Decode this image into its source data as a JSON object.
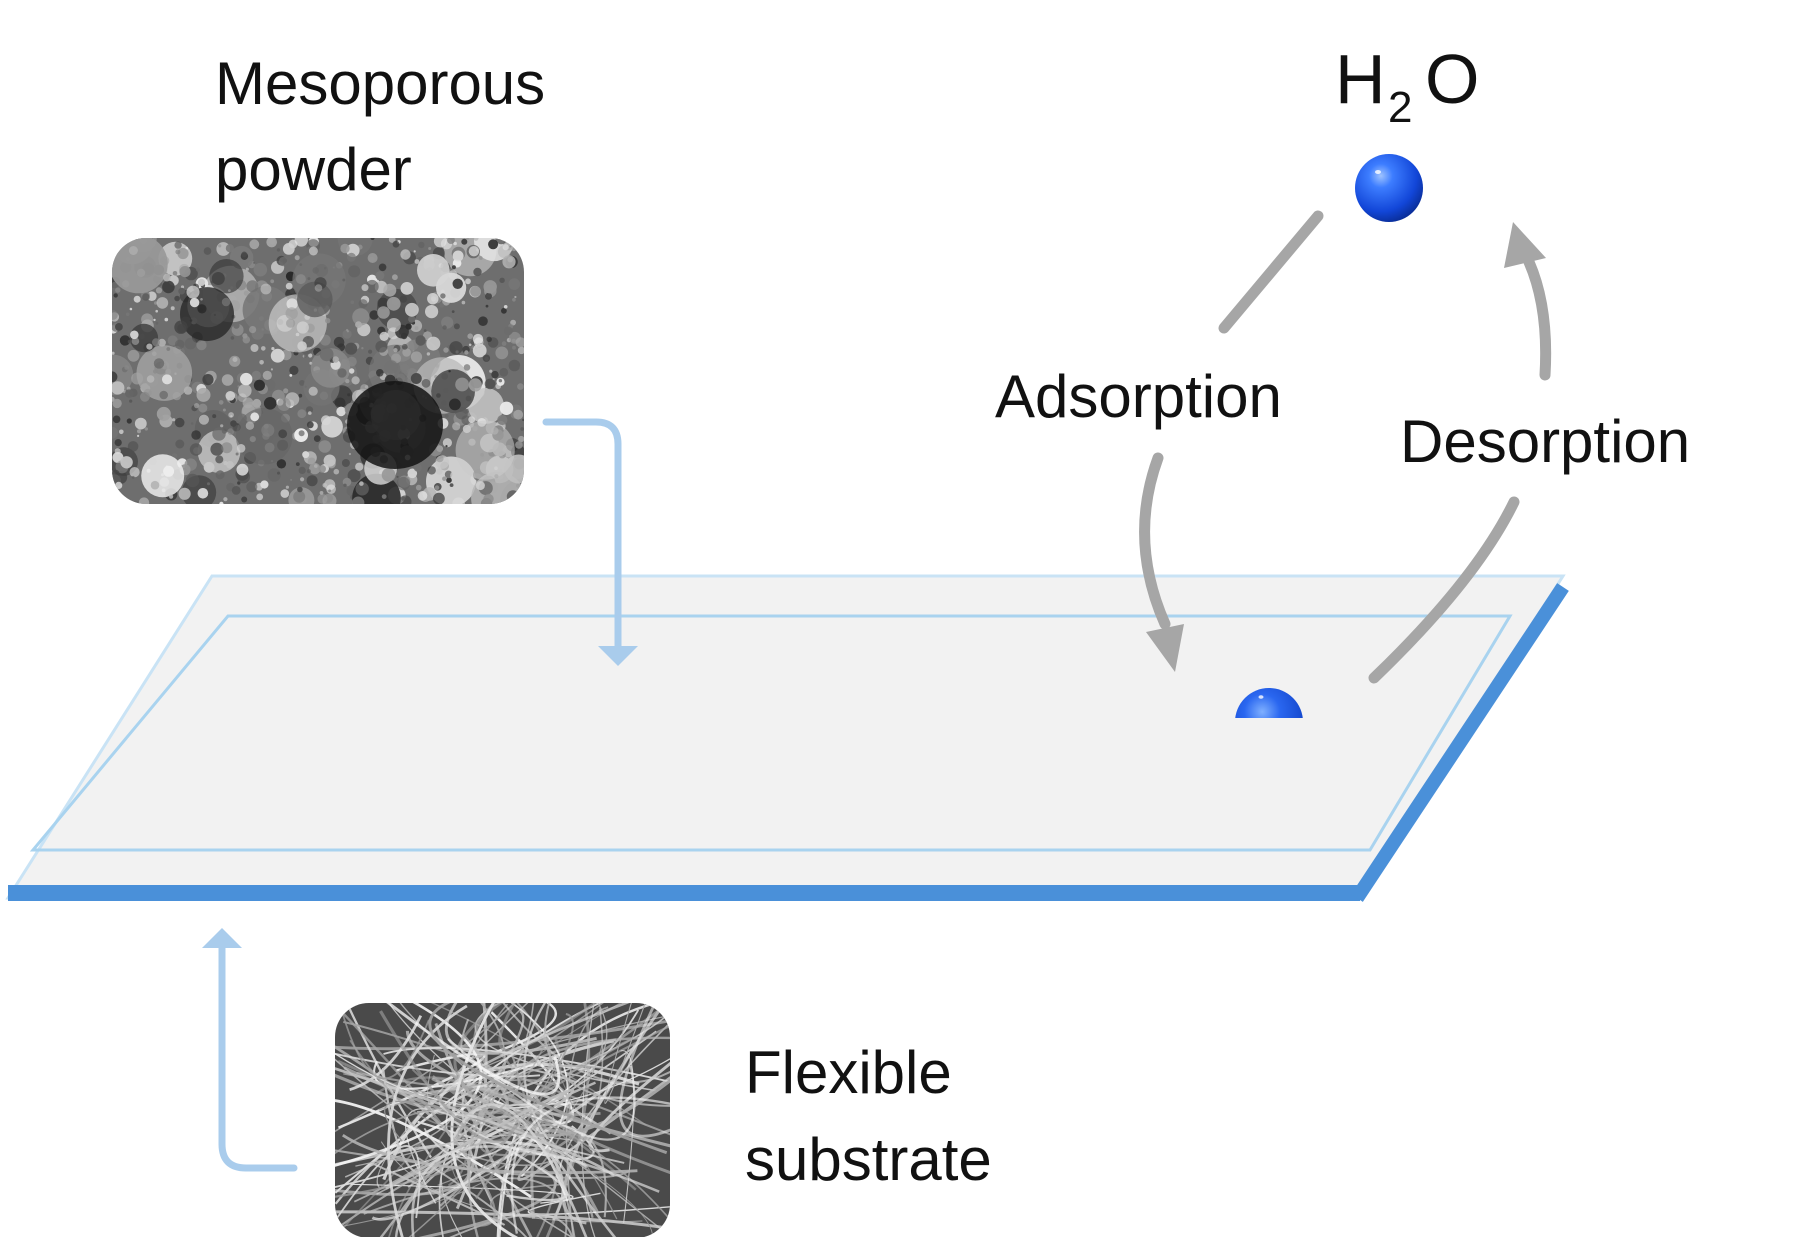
{
  "labels": {
    "powder_line1": "Mesoporous",
    "powder_line2": "powder",
    "substrate_line1": "Flexible",
    "substrate_line2": "substrate",
    "adsorption": "Adsorption",
    "desorption": "Desorption",
    "water_H": "H",
    "water_sub": "2",
    "water_O": "O"
  },
  "colors": {
    "substrate_edge": "#4a90d9",
    "substrate_fill": "#f2f2f2",
    "coating_line": "#a9d3ef",
    "feed_arrow": "#a9ccec",
    "cycle_arrow": "#a6a6a6",
    "water_drop": "#1c56e6"
  },
  "icons": {
    "powder_image": "sem-powder-image",
    "substrate_image": "sem-fiber-image",
    "water_molecule": "water-sphere-icon",
    "adsorbed_water": "water-droplet-icon"
  }
}
